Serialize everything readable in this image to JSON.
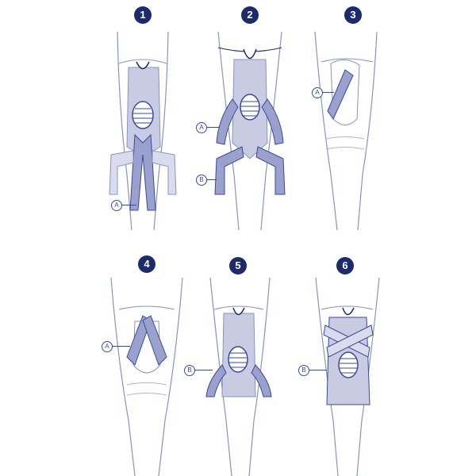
{
  "colors": {
    "badge": "#1d2a6b",
    "outline": "#8a93bf",
    "line": "#3a4a9a",
    "tape": "#b9bedc",
    "tape_dark": "#9aa1cd",
    "muscle": "#c8cbe2"
  },
  "steps": [
    {
      "number": "1",
      "labels": [
        "A"
      ]
    },
    {
      "number": "2",
      "labels": [
        "A",
        "B"
      ]
    },
    {
      "number": "3",
      "labels": [
        "A"
      ]
    },
    {
      "number": "4",
      "labels": [
        "A"
      ]
    },
    {
      "number": "5",
      "labels": [
        "B"
      ]
    },
    {
      "number": "6",
      "labels": [
        "B"
      ]
    }
  ]
}
